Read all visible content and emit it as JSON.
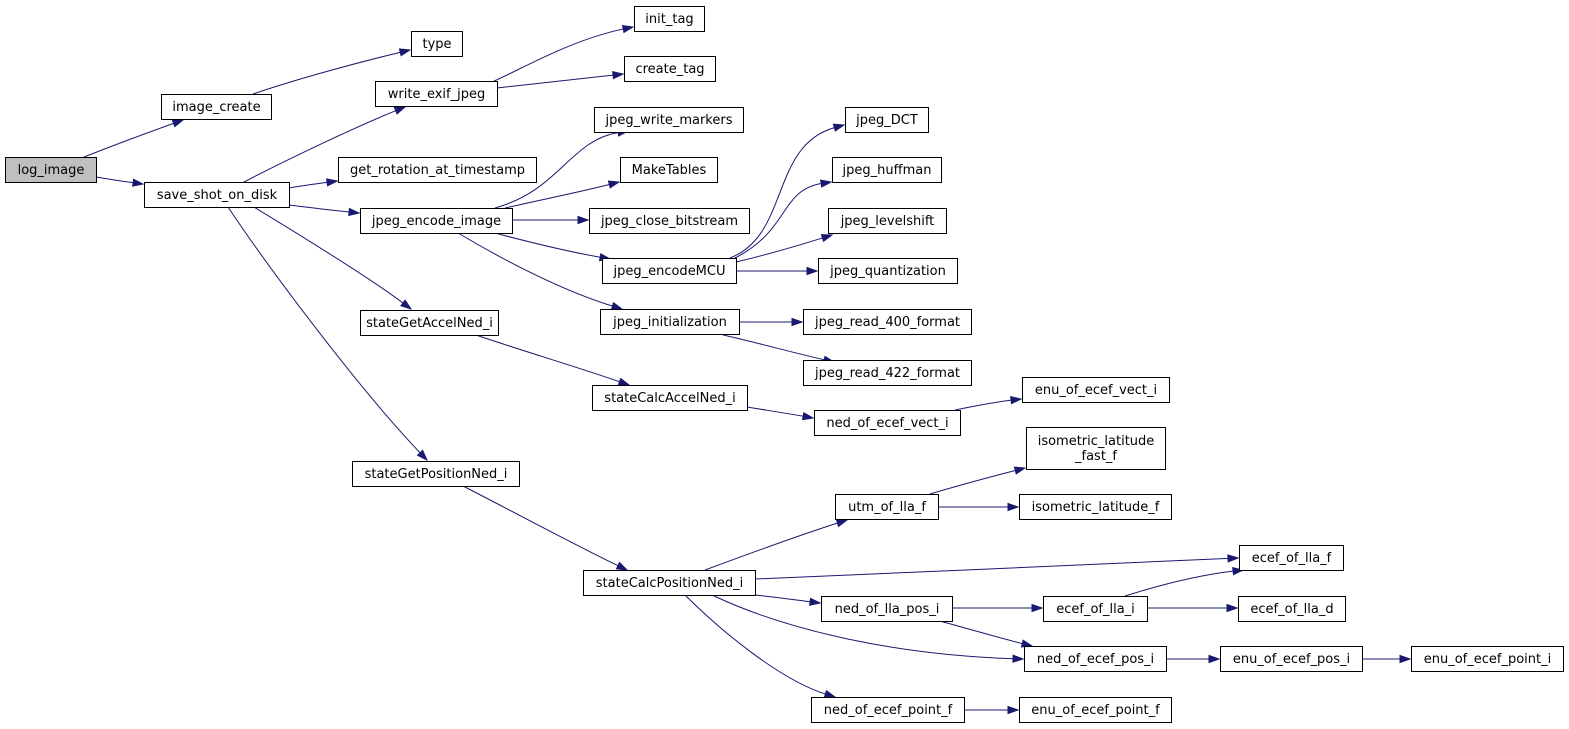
{
  "graph": {
    "root": "log_image",
    "colors": {
      "edge": "#191970",
      "root_fill": "#bfbfbf",
      "node_fill": "#ffffff",
      "node_border": "#000000"
    },
    "nodes": {
      "log_image": {
        "label": "log_image"
      },
      "image_create": {
        "label": "image_create"
      },
      "type": {
        "label": "type"
      },
      "save_shot_on_disk": {
        "label": "save_shot_on_disk"
      },
      "write_exif_jpeg": {
        "label": "write_exif_jpeg"
      },
      "init_tag": {
        "label": "init_tag"
      },
      "create_tag": {
        "label": "create_tag"
      },
      "get_rotation_at_timestamp": {
        "label": "get_rotation_at_timestamp"
      },
      "jpeg_encode_image": {
        "label": "jpeg_encode_image"
      },
      "jpeg_write_markers": {
        "label": "jpeg_write_markers"
      },
      "MakeTables": {
        "label": "MakeTables"
      },
      "jpeg_close_bitstream": {
        "label": "jpeg_close_bitstream"
      },
      "jpeg_encodeMCU": {
        "label": "jpeg_encodeMCU"
      },
      "jpeg_DCT": {
        "label": "jpeg_DCT"
      },
      "jpeg_huffman": {
        "label": "jpeg_huffman"
      },
      "jpeg_levelshift": {
        "label": "jpeg_levelshift"
      },
      "jpeg_quantization": {
        "label": "jpeg_quantization"
      },
      "jpeg_initialization": {
        "label": "jpeg_initialization"
      },
      "jpeg_read_400_format": {
        "label": "jpeg_read_400_format"
      },
      "jpeg_read_422_format": {
        "label": "jpeg_read_422_format"
      },
      "stateGetAccelNed_i": {
        "label": "stateGetAccelNed_i"
      },
      "stateCalcAccelNed_i": {
        "label": "stateCalcAccelNed_i"
      },
      "ned_of_ecef_vect_i": {
        "label": "ned_of_ecef_vect_i"
      },
      "enu_of_ecef_vect_i": {
        "label": "enu_of_ecef_vect_i"
      },
      "stateGetPositionNed_i": {
        "label": "stateGetPositionNed_i"
      },
      "stateCalcPositionNed_i": {
        "label": "stateCalcPositionNed_i"
      },
      "utm_of_lla_f": {
        "label": "utm_of_lla_f"
      },
      "isometric_latitude_fast_f": {
        "label": [
          "isometric_latitude",
          "_fast_f"
        ]
      },
      "isometric_latitude_f": {
        "label": "isometric_latitude_f"
      },
      "ecef_of_lla_f": {
        "label": "ecef_of_lla_f"
      },
      "ned_of_lla_pos_i": {
        "label": "ned_of_lla_pos_i"
      },
      "ecef_of_lla_i": {
        "label": "ecef_of_lla_i"
      },
      "ecef_of_lla_d": {
        "label": "ecef_of_lla_d"
      },
      "ned_of_ecef_pos_i": {
        "label": "ned_of_ecef_pos_i"
      },
      "enu_of_ecef_pos_i": {
        "label": "enu_of_ecef_pos_i"
      },
      "enu_of_ecef_point_i": {
        "label": "enu_of_ecef_point_i"
      },
      "ned_of_ecef_point_f": {
        "label": "ned_of_ecef_point_f"
      },
      "enu_of_ecef_point_f": {
        "label": "enu_of_ecef_point_f"
      }
    },
    "edges": [
      [
        "log_image",
        "image_create"
      ],
      [
        "log_image",
        "save_shot_on_disk"
      ],
      [
        "image_create",
        "type"
      ],
      [
        "save_shot_on_disk",
        "write_exif_jpeg"
      ],
      [
        "save_shot_on_disk",
        "get_rotation_at_timestamp"
      ],
      [
        "save_shot_on_disk",
        "jpeg_encode_image"
      ],
      [
        "save_shot_on_disk",
        "stateGetAccelNed_i"
      ],
      [
        "save_shot_on_disk",
        "stateGetPositionNed_i"
      ],
      [
        "write_exif_jpeg",
        "init_tag"
      ],
      [
        "write_exif_jpeg",
        "create_tag"
      ],
      [
        "jpeg_encode_image",
        "jpeg_write_markers"
      ],
      [
        "jpeg_encode_image",
        "MakeTables"
      ],
      [
        "jpeg_encode_image",
        "jpeg_close_bitstream"
      ],
      [
        "jpeg_encode_image",
        "jpeg_encodeMCU"
      ],
      [
        "jpeg_encode_image",
        "jpeg_initialization"
      ],
      [
        "jpeg_encodeMCU",
        "jpeg_DCT"
      ],
      [
        "jpeg_encodeMCU",
        "jpeg_huffman"
      ],
      [
        "jpeg_encodeMCU",
        "jpeg_levelshift"
      ],
      [
        "jpeg_encodeMCU",
        "jpeg_quantization"
      ],
      [
        "jpeg_initialization",
        "jpeg_read_400_format"
      ],
      [
        "jpeg_initialization",
        "jpeg_read_422_format"
      ],
      [
        "stateGetAccelNed_i",
        "stateCalcAccelNed_i"
      ],
      [
        "stateCalcAccelNed_i",
        "ned_of_ecef_vect_i"
      ],
      [
        "ned_of_ecef_vect_i",
        "enu_of_ecef_vect_i"
      ],
      [
        "stateGetPositionNed_i",
        "stateCalcPositionNed_i"
      ],
      [
        "stateCalcPositionNed_i",
        "utm_of_lla_f"
      ],
      [
        "stateCalcPositionNed_i",
        "ecef_of_lla_f"
      ],
      [
        "stateCalcPositionNed_i",
        "ned_of_lla_pos_i"
      ],
      [
        "stateCalcPositionNed_i",
        "ned_of_ecef_pos_i"
      ],
      [
        "stateCalcPositionNed_i",
        "ned_of_ecef_point_f"
      ],
      [
        "utm_of_lla_f",
        "isometric_latitude_fast_f"
      ],
      [
        "utm_of_lla_f",
        "isometric_latitude_f"
      ],
      [
        "ned_of_lla_pos_i",
        "ecef_of_lla_i"
      ],
      [
        "ned_of_lla_pos_i",
        "ned_of_ecef_pos_i"
      ],
      [
        "ecef_of_lla_i",
        "ecef_of_lla_f"
      ],
      [
        "ecef_of_lla_i",
        "ecef_of_lla_d"
      ],
      [
        "ned_of_ecef_pos_i",
        "enu_of_ecef_pos_i"
      ],
      [
        "enu_of_ecef_pos_i",
        "enu_of_ecef_point_i"
      ],
      [
        "ned_of_ecef_point_f",
        "enu_of_ecef_point_f"
      ]
    ]
  }
}
